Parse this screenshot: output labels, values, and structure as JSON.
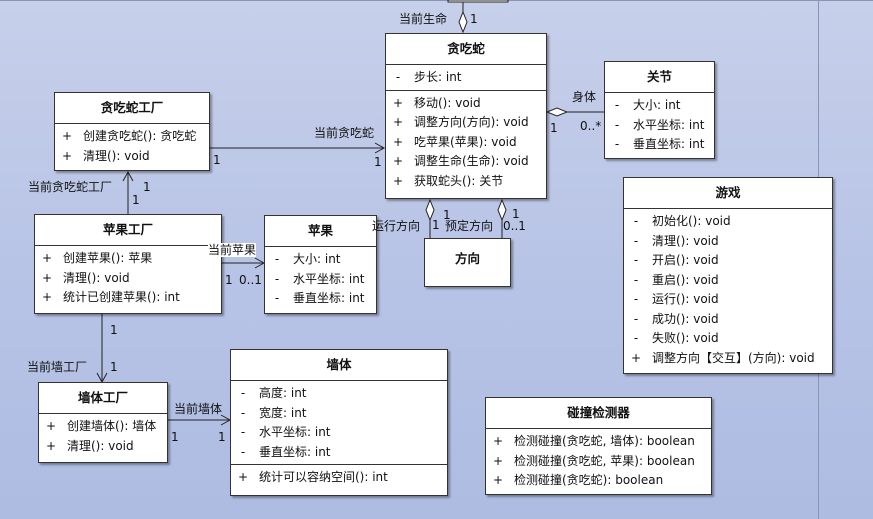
{
  "classes": {
    "snake": {
      "name": "贪吃蛇",
      "attributes": [
        {
          "vis": "-",
          "text": "步长: int"
        }
      ],
      "operations": [
        {
          "vis": "+",
          "text": "移动(): void"
        },
        {
          "vis": "+",
          "text": "调整方向(方向): void"
        },
        {
          "vis": "+",
          "text": "吃苹果(苹果): void"
        },
        {
          "vis": "+",
          "text": "调整生命(生命): void"
        },
        {
          "vis": "+",
          "text": "获取蛇头(): 关节"
        }
      ]
    },
    "snake_factory": {
      "name": "贪吃蛇工厂",
      "operations": [
        {
          "vis": "+",
          "text": "创建贪吃蛇(): 贪吃蛇"
        },
        {
          "vis": "+",
          "text": "清理(): void"
        }
      ]
    },
    "joint": {
      "name": "关节",
      "attributes": [
        {
          "vis": "-",
          "text": "大小: int"
        },
        {
          "vis": "-",
          "text": "水平坐标: int"
        },
        {
          "vis": "-",
          "text": "垂直坐标: int"
        }
      ]
    },
    "game": {
      "name": "游戏",
      "operations": [
        {
          "vis": "-",
          "text": "初始化(): void"
        },
        {
          "vis": "-",
          "text": "清理(): void"
        },
        {
          "vis": "-",
          "text": "开启(): void"
        },
        {
          "vis": "-",
          "text": "重启(): void"
        },
        {
          "vis": "-",
          "text": "运行(): void"
        },
        {
          "vis": "-",
          "text": "成功(): void"
        },
        {
          "vis": "-",
          "text": "失败(): void"
        },
        {
          "vis": "+",
          "text": "调整方向【交互】(方向): void"
        }
      ]
    },
    "apple_factory": {
      "name": "苹果工厂",
      "operations": [
        {
          "vis": "+",
          "text": "创建苹果(): 苹果"
        },
        {
          "vis": "+",
          "text": "清理(): void"
        },
        {
          "vis": "+",
          "text": "统计已创建苹果(): int"
        }
      ]
    },
    "apple": {
      "name": "苹果",
      "attributes": [
        {
          "vis": "-",
          "text": "大小: int"
        },
        {
          "vis": "-",
          "text": "水平坐标: int"
        },
        {
          "vis": "-",
          "text": "垂直坐标: int"
        }
      ]
    },
    "direction": {
      "name": "方向"
    },
    "wall_factory": {
      "name": "墙体工厂",
      "operations": [
        {
          "vis": "+",
          "text": "创建墙体(): 墙体"
        },
        {
          "vis": "+",
          "text": "清理(): void"
        }
      ]
    },
    "wall": {
      "name": "墙体",
      "attributes": [
        {
          "vis": "-",
          "text": "高度: int"
        },
        {
          "vis": "-",
          "text": "宽度: int"
        },
        {
          "vis": "-",
          "text": "水平坐标: int"
        },
        {
          "vis": "-",
          "text": "垂直坐标: int"
        }
      ],
      "operations": [
        {
          "vis": "+",
          "text": "统计可以容纳空间(): int"
        }
      ]
    },
    "collision": {
      "name": "碰撞检测器",
      "operations": [
        {
          "vis": "+",
          "text": "检测碰撞(贪吃蛇, 墙体): boolean"
        },
        {
          "vis": "+",
          "text": "检测碰撞(贪吃蛇, 苹果): boolean"
        },
        {
          "vis": "+",
          "text": "检测碰撞(贪吃蛇): boolean"
        }
      ]
    }
  },
  "associations": {
    "current_life": {
      "role": "当前生命",
      "mult": "1"
    },
    "current_snake": {
      "role": "当前贪吃蛇",
      "mult_source": "1",
      "mult_target": "1"
    },
    "body": {
      "role": "身体",
      "mult_snake": "1",
      "mult_joint": "0..*"
    },
    "current_snake_factory": {
      "role": "当前贪吃蛇工厂",
      "mult_a": "1",
      "mult_b": "1"
    },
    "run_direction": {
      "role": "运行方向",
      "mult": "1",
      "mult_snake": "1"
    },
    "preset_direction": {
      "role": "预定方向",
      "mult": "0..1",
      "mult_snake": "1"
    },
    "current_apple": {
      "role": "当前苹果",
      "mult_source": "1",
      "mult_target": "0..1"
    },
    "current_wall_factory": {
      "role": "当前墙工厂",
      "mult_a": "1",
      "mult_b": "1"
    },
    "current_wall": {
      "role": "当前墙体",
      "mult_source": "1",
      "mult_target": "1"
    }
  },
  "colors": {
    "background": "#b7c3e6",
    "box_fill": "#ffffff",
    "line": "#222222"
  }
}
